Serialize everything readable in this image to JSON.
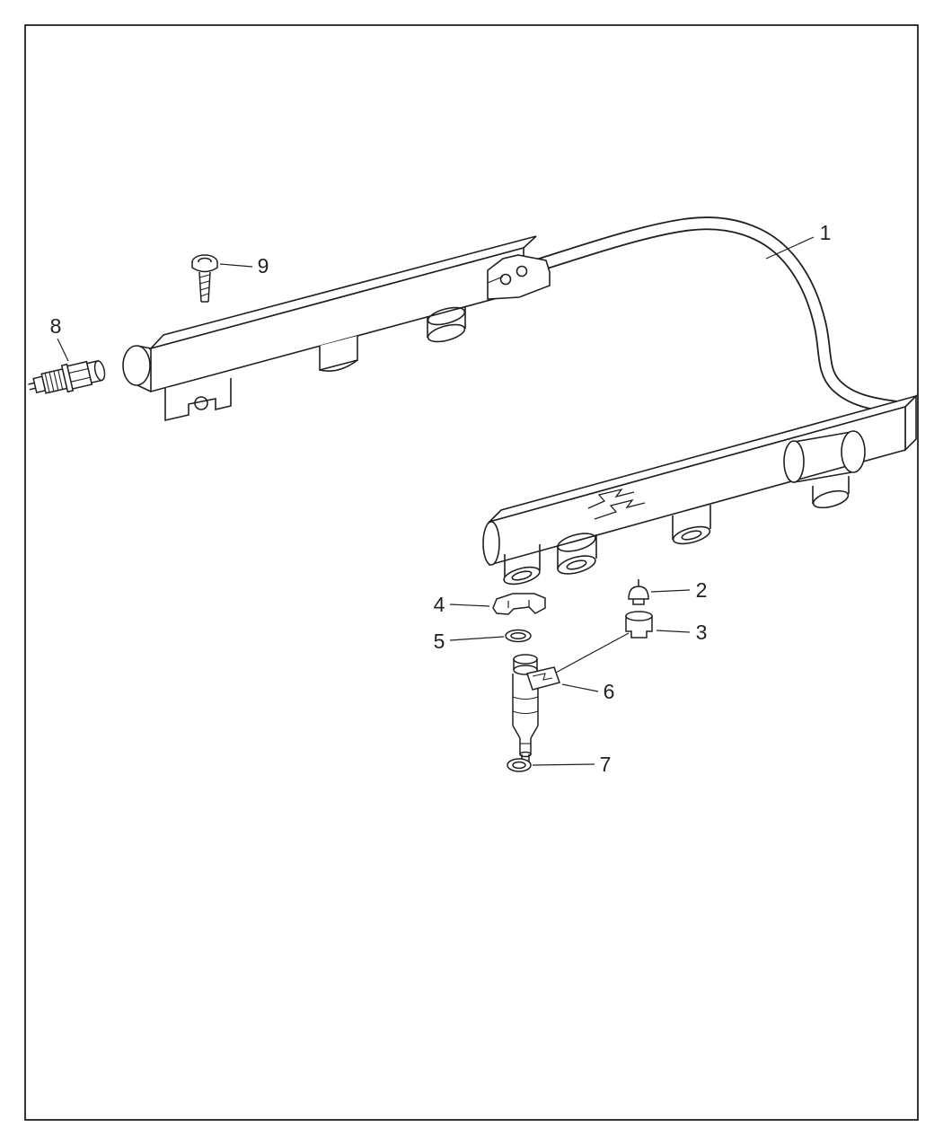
{
  "colors": {
    "line": "#231f20",
    "background": "#ffffff"
  },
  "callouts": [
    {
      "label": "1"
    },
    {
      "label": "2"
    },
    {
      "label": "3"
    },
    {
      "label": "4"
    },
    {
      "label": "5"
    },
    {
      "label": "6"
    },
    {
      "label": "7"
    },
    {
      "label": "8"
    },
    {
      "label": "9"
    }
  ]
}
